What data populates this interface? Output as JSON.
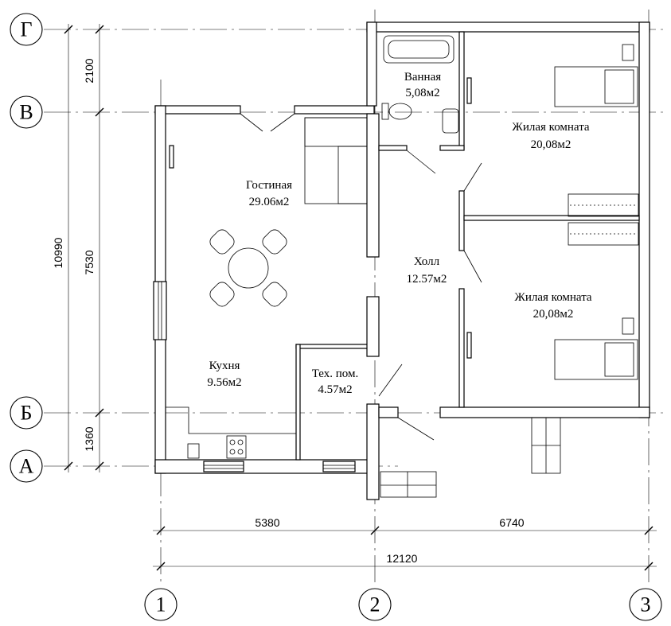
{
  "axes": {
    "rows": [
      "Г",
      "В",
      "Б",
      "А"
    ],
    "columns": [
      "1",
      "2",
      "3"
    ]
  },
  "rooms": {
    "bathroom": {
      "name": "Ванная",
      "area": "5,08м2"
    },
    "living": {
      "name": "Гостиная",
      "area": "29.06м2"
    },
    "bedroom_top": {
      "name": "Жилая комната",
      "area": "20,08м2"
    },
    "hall": {
      "name": "Холл",
      "area": "12.57м2"
    },
    "bedroom_bottom": {
      "name": "Жилая комната",
      "area": "20,08м2"
    },
    "kitchen": {
      "name": "Кухня",
      "area": "9.56м2"
    },
    "tech": {
      "name": "Тех. пом.",
      "area": "4.57м2"
    }
  },
  "dimensions": {
    "left_overall": "10990",
    "left_top": "2100",
    "left_middle": "7530",
    "left_bottom": "1360",
    "bottom_left": "5380",
    "bottom_right": "6740",
    "bottom_overall": "12120"
  }
}
